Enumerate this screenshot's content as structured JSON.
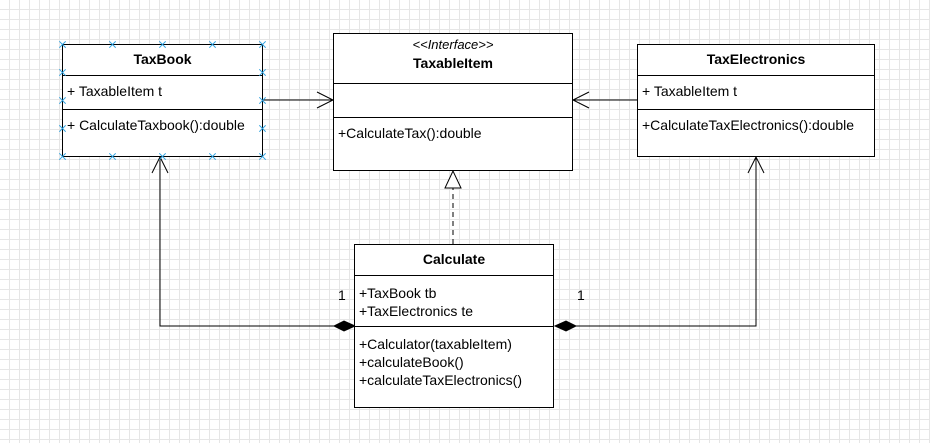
{
  "classes": {
    "taxbook": {
      "name": "TaxBook",
      "attributes": [
        "+ TaxableItem t"
      ],
      "methods": [
        "+ CalculateTaxbook():double"
      ]
    },
    "taxableitem": {
      "stereotype": "<<Interface>>",
      "name": "TaxableItem",
      "attributes": [],
      "methods": [
        "+CalculateTax():double"
      ]
    },
    "taxelectronics": {
      "name": "TaxElectronics",
      "attributes": [
        "+ TaxableItem t"
      ],
      "methods": [
        "+CalculateTaxElectronics():double"
      ]
    },
    "calculate": {
      "name": "Calculate",
      "attributes": [
        "+TaxBook tb",
        "+TaxElectronics te"
      ],
      "methods": [
        "+Calculator(taxableItem)",
        "+calculateBook()",
        "+calculateTaxElectronics()"
      ]
    }
  },
  "multiplicities": {
    "taxbook_calculate": "1",
    "taxelectronics_calculate": "1"
  },
  "relations": [
    {
      "from": "TaxBook",
      "to": "TaxableItem",
      "kind": "association"
    },
    {
      "from": "TaxElectronics",
      "to": "TaxableItem",
      "kind": "association"
    },
    {
      "from": "Calculate",
      "to": "TaxableItem",
      "kind": "realization"
    },
    {
      "from": "Calculate",
      "to": "TaxBook",
      "kind": "composition"
    },
    {
      "from": "Calculate",
      "to": "TaxElectronics",
      "kind": "composition"
    }
  ],
  "colors": {
    "line": "#000000",
    "grid": "#e6e6e6",
    "selection_handle": "#2aa0e0"
  }
}
